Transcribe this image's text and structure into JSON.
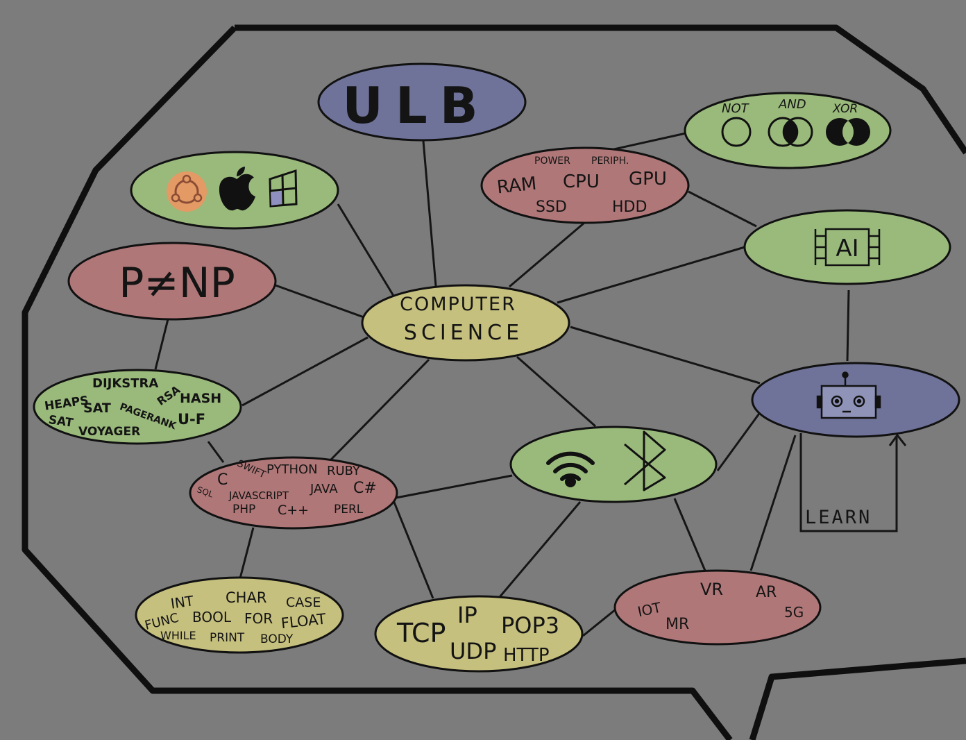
{
  "colors": {
    "background": "#7c7c7c",
    "outline": "#0f0f0f",
    "edge": "#151515",
    "green": "#9aba7c",
    "blue": "#6f7399",
    "red": "#b07778",
    "yellow": "#c6c07e",
    "ubuntu_orange": "#e39a64"
  },
  "nodes": {
    "ulb": {
      "label": "ULB"
    },
    "logic_gates": {
      "not": "NOT",
      "and": "AND",
      "xor": "XOR",
      "icons": [
        "not-gate-circle-icon",
        "and-gate-venn-icon",
        "xor-gate-venn-icon"
      ]
    },
    "operating_systems": {
      "icons": [
        "ubuntu-icon",
        "apple-icon",
        "windows-icon"
      ]
    },
    "hardware": {
      "power": "POWER",
      "periph": "PERIPH.",
      "ram": "RAM",
      "cpu": "CPU",
      "gpu": "GPU",
      "ssd": "SSD",
      "hdd": "HDD"
    },
    "p_np": {
      "label": "P≠NP"
    },
    "ai": {
      "label": "AI",
      "icon": "ai-chip-icon"
    },
    "computer_science": {
      "line1": "COMPUTER",
      "line2": "SCIENCE"
    },
    "algorithms": {
      "dijkstra": "DIJKSTRA",
      "rsa": "RSA",
      "heaps": "HEAPS",
      "sat1": "SAT",
      "hash": "HASH",
      "sat2": "SAT",
      "pagerank": "PAGERANK",
      "uf": "U-F",
      "voyager": "VOYAGER"
    },
    "robot": {
      "icon": "robot-icon"
    },
    "languages": {
      "python": "PYTHON",
      "ruby": "RUBY",
      "c": "C",
      "swift": "SWIFT",
      "java": "JAVA",
      "csharp": "C#",
      "sql": "SQL",
      "javascript": "JAVASCRIPT",
      "php": "PHP",
      "cpp": "C++",
      "perl": "PERL"
    },
    "wireless": {
      "icons": [
        "wifi-icon",
        "bluetooth-icon"
      ]
    },
    "learn": {
      "label": "LEARN"
    },
    "basics": {
      "int": "INT",
      "char": "CHAR",
      "case": "CASE",
      "func": "FUNC",
      "bool": "BOOL",
      "for": "FOR",
      "float": "FLOAT",
      "while": "WHILE",
      "print": "PRINT",
      "body": "BODY"
    },
    "protocols": {
      "tcp": "TCP",
      "ip": "IP",
      "pop3": "POP3",
      "udp": "UDP",
      "http": "HTTP"
    },
    "emerging": {
      "iot": "IOT",
      "vr": "VR",
      "ar": "AR",
      "mr": "MR",
      "fiveg": "5G"
    }
  }
}
